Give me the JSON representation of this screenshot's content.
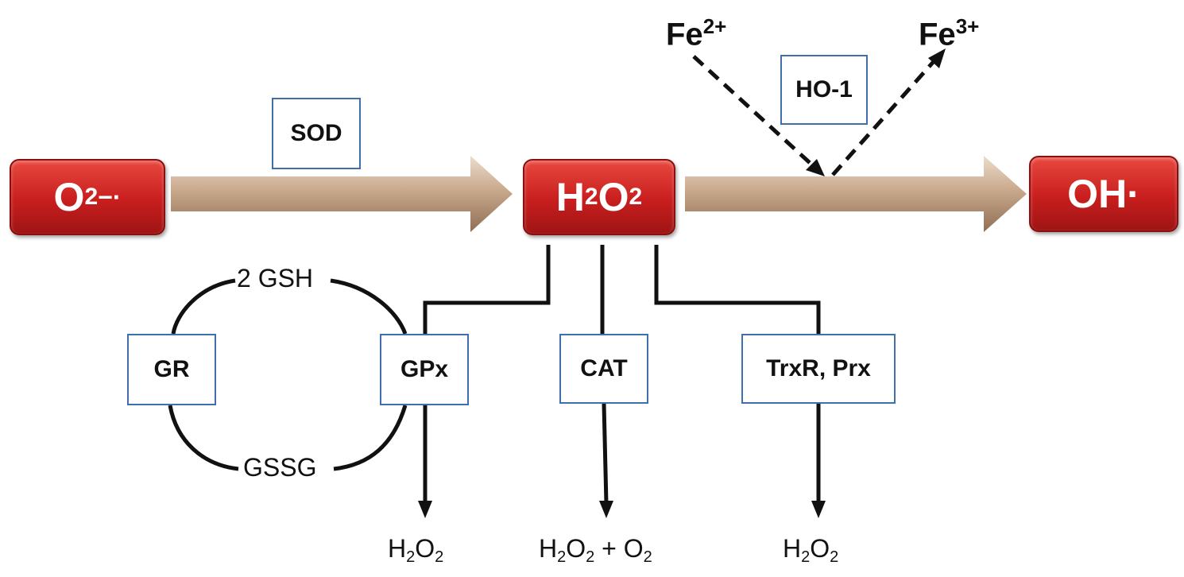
{
  "species": {
    "superoxide": {
      "main": "O",
      "sub": "2",
      "sup": "−·"
    },
    "peroxide": {
      "main1": "H",
      "sub1": "2",
      "main2": "O",
      "sub2": "2"
    },
    "hydroxyl": {
      "text": "OH·"
    }
  },
  "enzymes": {
    "sod": "SOD",
    "ho1": "HO-1",
    "gr": "GR",
    "gpx": "GPx",
    "cat": "CAT",
    "trx": "TrxR, Prx"
  },
  "iron": {
    "fe2": {
      "base": "Fe",
      "sup": "2+"
    },
    "fe3": {
      "base": "Fe",
      "sup": "3+"
    }
  },
  "cycle": {
    "gsh": "2 GSH",
    "gssg": "GSSG"
  },
  "products": {
    "gpx_product": {
      "a": "H",
      "a_sub": "2",
      "b": "O",
      "b_sub": "2"
    },
    "cat_product": {
      "a": "H",
      "a_sub": "2",
      "b": "O",
      "b_sub": "2",
      "plus": " + ",
      "c": "O",
      "c_sub": "2"
    },
    "trx_product": {
      "a": "H",
      "a_sub": "2",
      "b": "O",
      "b_sub": "2"
    }
  },
  "colors": {
    "species_red": "#c81e1e",
    "enzyme_border": "#3f6fb0",
    "arrow_tan": "#c9a98c"
  }
}
